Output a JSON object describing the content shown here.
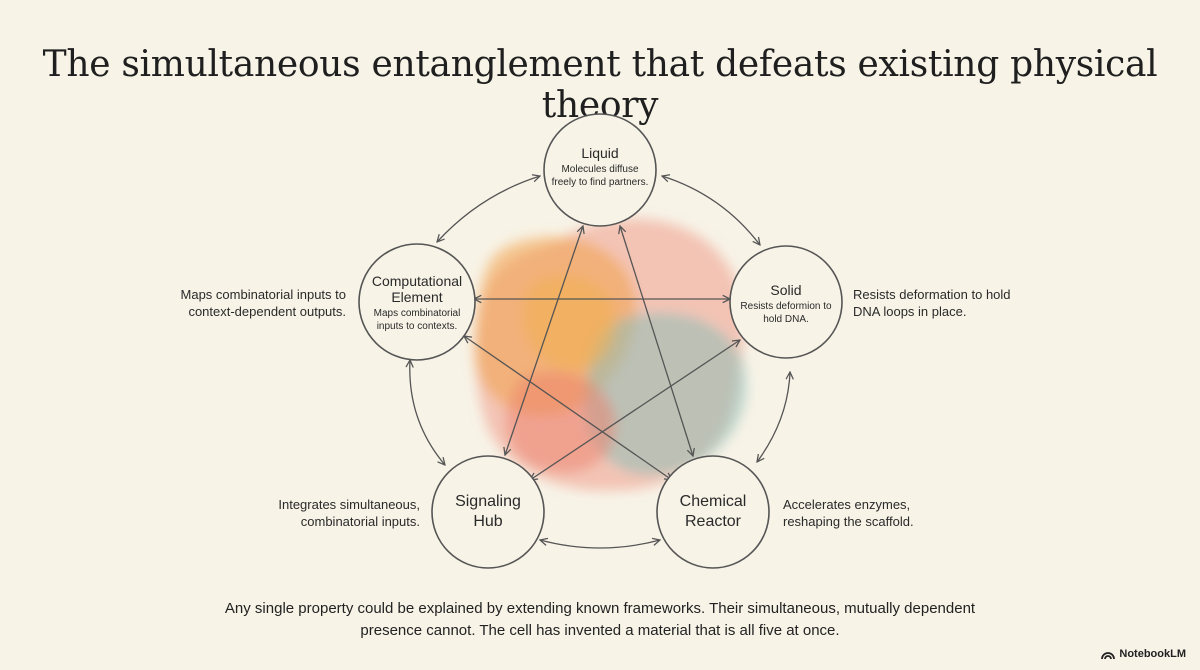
{
  "title": "The simultaneous entanglement that defeats existing physical theory",
  "nodes": {
    "liquid": {
      "title": "Liquid",
      "desc": "Molecules diffuse freely to find partners."
    },
    "solid": {
      "title": "Solid",
      "desc": "Resists deformion to hold DNA."
    },
    "computational": {
      "title": "Computational Element",
      "desc": "Maps combinatorial inputs to contexts."
    },
    "signaling": {
      "title": "Signaling Hub"
    },
    "reactor": {
      "title": "Chemical Reactor"
    }
  },
  "notes": {
    "computational": "Maps combinatorial inputs to context-dependent outputs.",
    "solid": "Resists deformation to hold DNA loops in place.",
    "signaling": "Integrates simultaneous, combinatorial inputs.",
    "reactor": "Accelerates enzymes, reshaping the scaffold."
  },
  "footer": "Any single property could be explained by extending known frameworks. Their simultaneous, mutually dependent presence cannot. The cell has invented a material that is all five at once.",
  "brand": "NotebookLM",
  "colors": {
    "background": "#f7f3e7",
    "stroke": "#555555",
    "blob_orange": "#f3a24a",
    "blob_coral": "#ee8a78",
    "blob_teal": "#8fbdb6"
  }
}
